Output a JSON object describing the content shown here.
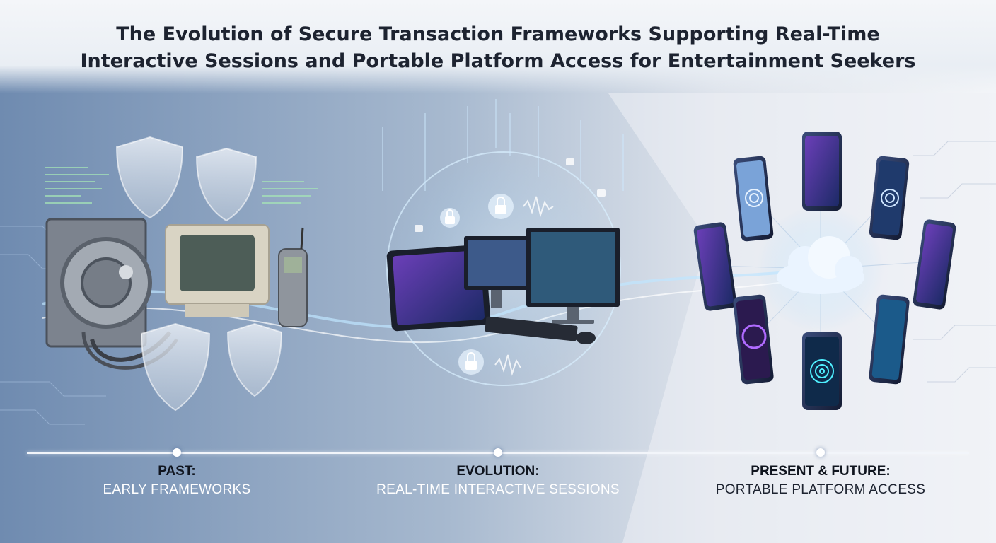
{
  "title": {
    "line1": "The Evolution of Secure Transaction Frameworks Supporting Real-Time",
    "line2": "Interactive Sessions and Portable Platform Access for Entertainment Seekers"
  },
  "timeline": [
    {
      "heading": "PAST:",
      "label": "EARLY FRAMEWORKS"
    },
    {
      "heading": "EVOLUTION:",
      "label": "REAL-TIME INTERACTIVE SESSIONS"
    },
    {
      "heading": "PRESENT & FUTURE:",
      "label": "PORTABLE PLATFORM ACCESS"
    }
  ],
  "colors": {
    "accent_glow": "#9fd8ff",
    "title_text": "#1d2330",
    "cloud": "#e8f3ff"
  },
  "icons": [
    "vault-icon",
    "shield-icon",
    "crt-monitor-icon",
    "mobile-phone-icon",
    "padlock-icon",
    "tablet-icon",
    "desktop-monitor-icon",
    "keyboard-icon",
    "mouse-icon",
    "smartphone-icon",
    "fingerprint-icon",
    "cloud-icon"
  ]
}
